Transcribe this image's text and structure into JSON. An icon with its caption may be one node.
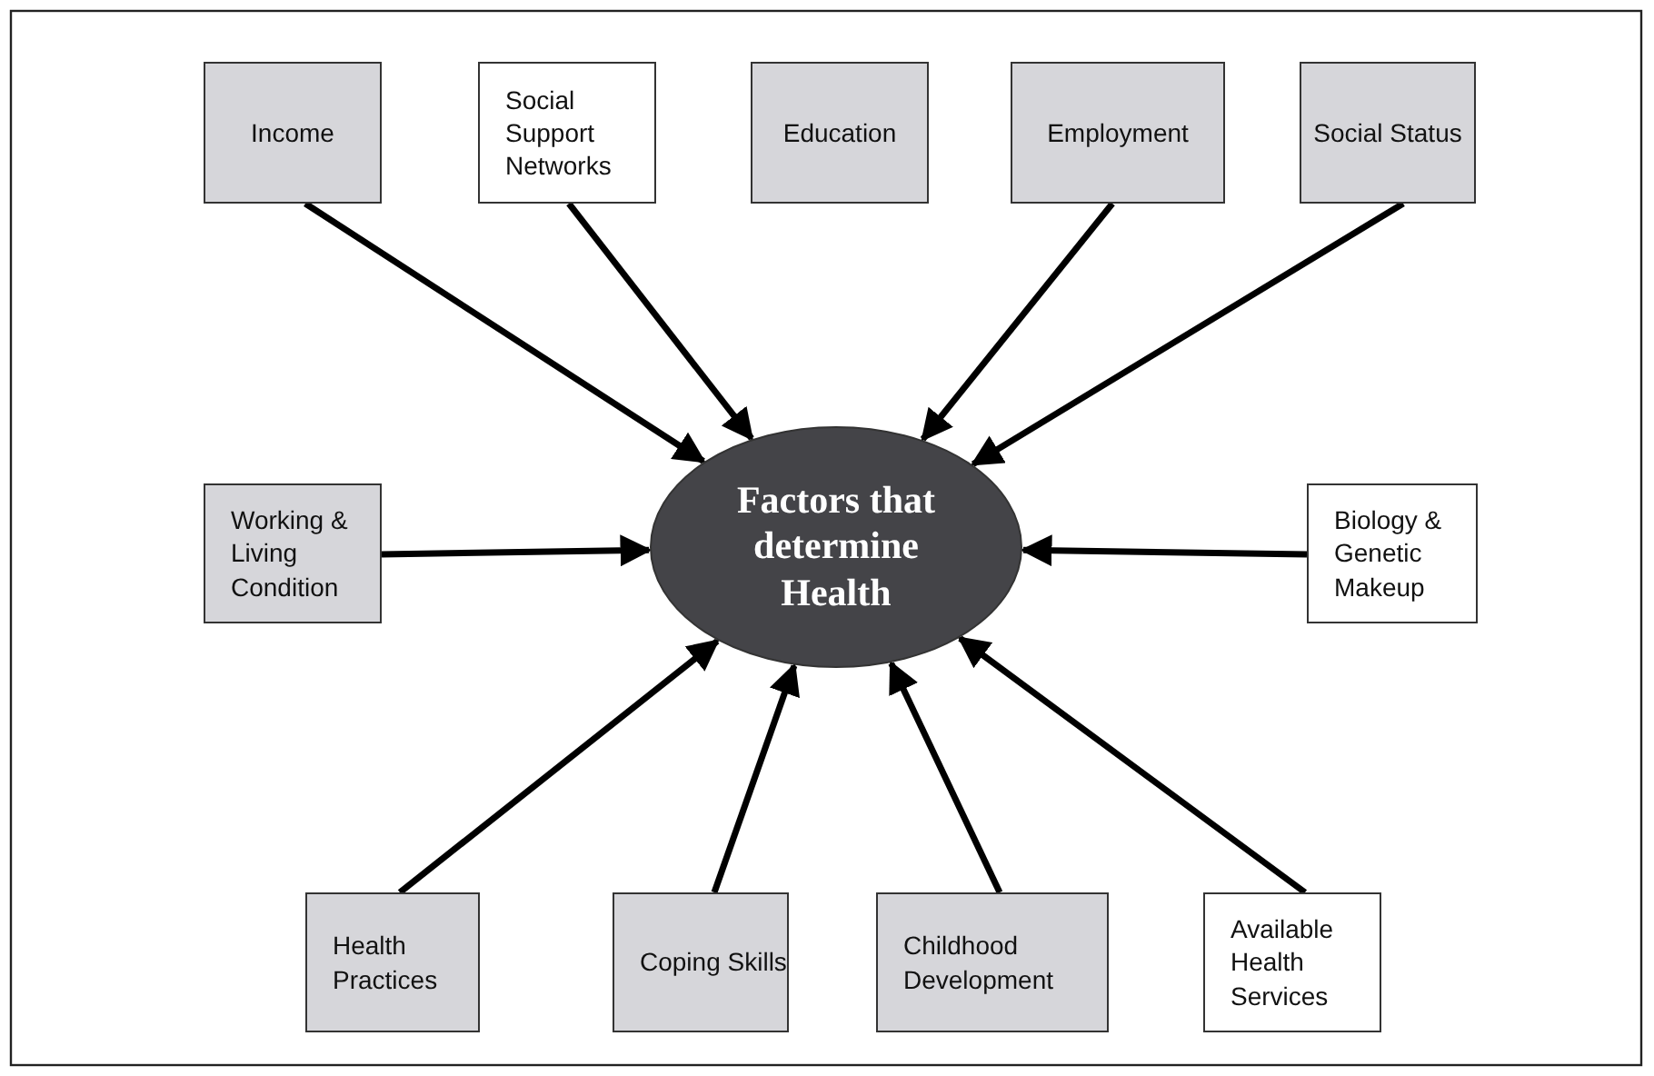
{
  "diagram": {
    "nodes": [
      {
        "text": [
          "Income"
        ]
      },
      {
        "text": [
          "Social Support Networks"
        ]
      },
      {
        "text": [
          "Education"
        ]
      },
      {
        "text": [
          "Employment"
        ]
      },
      {
        "text": [
          "Social Status"
        ]
      },
      {
        "text": [
          "Working & Living Condition"
        ]
      },
      {
        "text": [
          "Factors that determine Health"
        ]
      },
      {
        "text": [
          "Biology & Genetic Makeup"
        ]
      },
      {
        "text": [
          "Health Practices"
        ]
      },
      {
        "text": [
          "Coping Skills"
        ]
      },
      {
        "text": [
          "Childhood Development"
        ]
      },
      {
        "text": [
          "Available Health Services"
        ]
      }
    ],
    "edges": [
      {
        "from": 0,
        "to": 6,
        "arrow": "to"
      },
      {
        "from": 1,
        "to": 6,
        "arrow": "to"
      },
      {
        "from": 3,
        "to": 6,
        "arrow": "to"
      },
      {
        "from": 4,
        "to": 6,
        "arrow": "to"
      },
      {
        "from": 5,
        "to": 6,
        "arrow": "to"
      },
      {
        "from": 7,
        "to": 6,
        "arrow": "to"
      },
      {
        "from": 8,
        "to": 6,
        "arrow": "to"
      },
      {
        "from": 9,
        "to": 6,
        "arrow": "to"
      },
      {
        "from": 10,
        "to": 6,
        "arrow": "to"
      },
      {
        "from": 11,
        "to": 6,
        "arrow": "to"
      }
    ]
  }
}
